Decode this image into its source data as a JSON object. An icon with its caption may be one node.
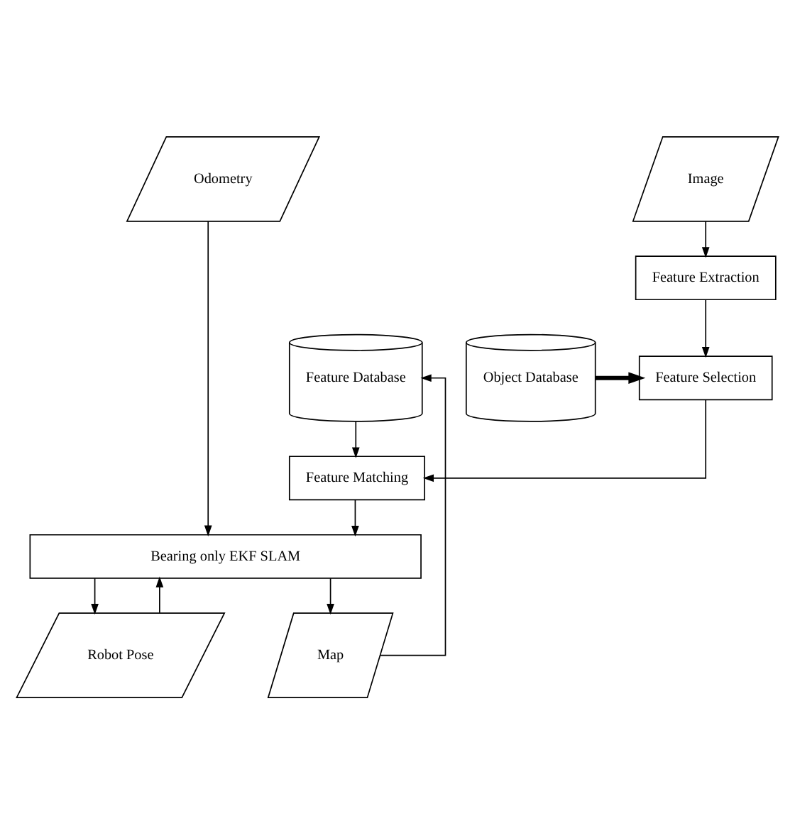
{
  "diagram": {
    "nodes": [
      {
        "text": [
          "Odometry"
        ]
      },
      {
        "text": [
          "Image"
        ]
      },
      {
        "text": [
          "Feature Extraction"
        ]
      },
      {
        "text": [
          "Object Database"
        ]
      },
      {
        "text": [
          "Feature Selection"
        ]
      },
      {
        "text": [
          "Feature Database"
        ]
      },
      {
        "text": [
          "Feature Matching"
        ]
      },
      {
        "text": [
          "Bearing only EKF SLAM"
        ]
      },
      {
        "text": [
          "Robot Pose"
        ]
      },
      {
        "text": [
          "Map"
        ]
      }
    ],
    "edges": [
      {
        "from": 1,
        "to": 2,
        "arrow": "to"
      },
      {
        "from": 2,
        "to": 4,
        "arrow": "to"
      },
      {
        "from": 3,
        "to": 4,
        "arrow": "to",
        "style": "thick"
      },
      {
        "from": 4,
        "to": 6,
        "arrow": "to"
      },
      {
        "from": 5,
        "to": 6,
        "arrow": "to"
      },
      {
        "from": 6,
        "to": 7,
        "arrow": "to"
      },
      {
        "from": 0,
        "to": 7,
        "arrow": "to"
      },
      {
        "from": 7,
        "to": 8,
        "arrow": "to"
      },
      {
        "from": 7,
        "to": 9,
        "arrow": "to"
      },
      {
        "from": 8,
        "to": 7,
        "arrow": "to"
      },
      {
        "from": 9,
        "to": 5,
        "arrow": "to"
      }
    ]
  }
}
